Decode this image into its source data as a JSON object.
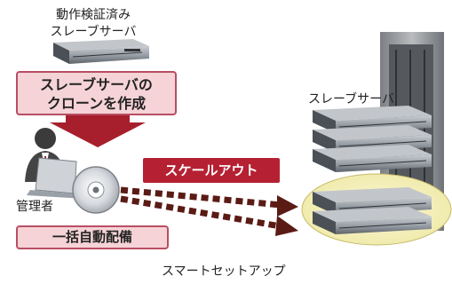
{
  "labels": {
    "verified_slave_line1": "動作検証済み",
    "verified_slave_line2": "スレーブサーバ",
    "clone_line1": "スレーブサーバの",
    "clone_line2": "クローンを作成",
    "admin": "管理者",
    "bulk_deploy": "一括自動配備",
    "scale_out": "スケールアウト",
    "slave_servers": "スレーブサーバ",
    "smart_setup": "スマートセットアップ"
  },
  "colors": {
    "accent_red": "#b52133",
    "box_fill": "#f5d3d6",
    "box_border": "#b84e63",
    "arrow_dark": "#5a1b14",
    "highlight_ellipse": "#f3f0b8"
  },
  "icons": {
    "server": "rack-server-icon",
    "admin": "person-at-laptop-icon",
    "disc": "cd-disc-icon",
    "rack": "server-rack-icon"
  }
}
